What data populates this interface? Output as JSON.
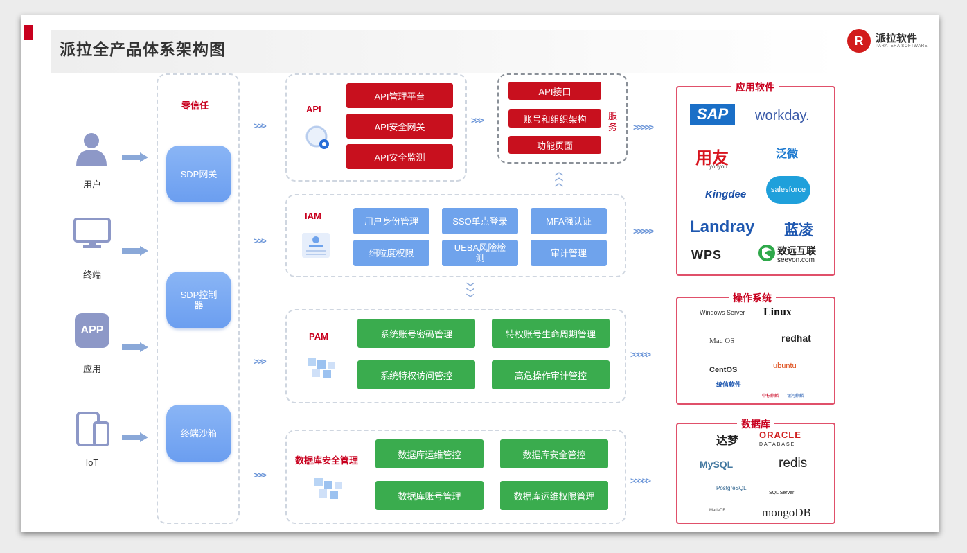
{
  "header": {
    "title": "派拉全产品体系架构图",
    "logo_mark": "R",
    "logo_name": "派拉软件",
    "logo_sub": "PARATERA SOFTWARE"
  },
  "actors": [
    {
      "label": "用户",
      "icon": "user-icon"
    },
    {
      "label": "终端",
      "icon": "monitor-icon"
    },
    {
      "label": "应用",
      "icon": "app-icon"
    },
    {
      "label": "IoT",
      "icon": "devices-icon"
    }
  ],
  "app_icon_text": "APP",
  "zero_trust": {
    "title": "零信任",
    "items": [
      "SDP网关",
      "SDP控制器",
      "终端沙箱"
    ]
  },
  "chevrons": ">>>",
  "chevrons_long": ">>>>>",
  "api": {
    "label": "API",
    "buttons": [
      "API管理平台",
      "API安全网关",
      "API安全监测"
    ]
  },
  "service": {
    "buttons": [
      "API接口",
      "账号和组织架构",
      "功能页面"
    ],
    "label": "服务"
  },
  "iam": {
    "label": "IAM",
    "buttons": [
      "用户身份管理",
      "SSO单点登录",
      "MFA强认证",
      "细粒度权限",
      "UEBA风险检测",
      "审计管理"
    ]
  },
  "pam": {
    "label": "PAM",
    "buttons": [
      "系统账号密码管理",
      "特权账号生命周期管理",
      "系统特权访问管控",
      "高危操作审计管控"
    ]
  },
  "db_sec": {
    "label": "数据库安全管理",
    "buttons": [
      "数据库运维管控",
      "数据库安全管控",
      "数据库账号管理",
      "数据库运维权限管理"
    ]
  },
  "apps": {
    "title": "应用软件",
    "brands": [
      "SAP",
      "workday.",
      "用友",
      "yonyou",
      "泛微",
      "Kingdee",
      "salesforce",
      "Landray",
      "蓝凌",
      "WPS",
      "致远互联",
      "seeyon.com"
    ]
  },
  "os": {
    "title": "操作系统",
    "brands": [
      "Windows Server",
      "Linux",
      "Mac OS",
      "redhat",
      "CentOS",
      "ubuntu",
      "统信软件",
      "中标麒麟",
      "银河麒麟"
    ]
  },
  "db": {
    "title": "数据库",
    "brands": [
      "达梦",
      "ORACLE",
      "DATABASE",
      "MySQL",
      "redis",
      "PostgreSQL",
      "SQL Server",
      "MariaDB",
      "mongoDB"
    ]
  },
  "colors": {
    "accent_red": "#c8001e",
    "blue": "#6fa3ec",
    "green": "#3aac4e"
  }
}
